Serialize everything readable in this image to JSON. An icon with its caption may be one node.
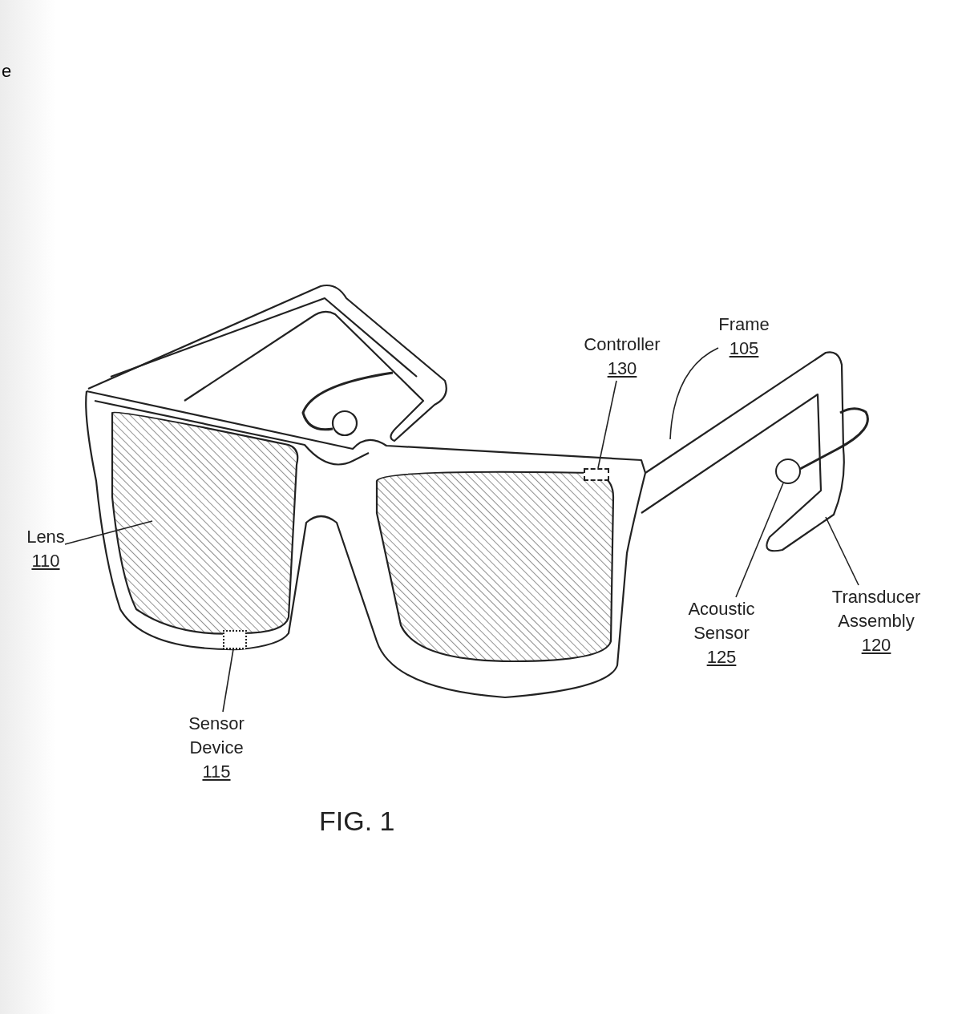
{
  "diagram": {
    "caption": "FIG. 1",
    "nodes": [
      {
        "text": [
          "Controller",
          "130"
        ]
      },
      {
        "text": [
          "Frame",
          "105"
        ]
      },
      {
        "text": [
          "Lens",
          "110"
        ]
      },
      {
        "text": [
          "Acoustic Sensor",
          "125"
        ]
      },
      {
        "text": [
          "Transducer Assembly",
          "120"
        ]
      },
      {
        "text": [
          "Sensor Device",
          "115"
        ]
      },
      {
        "text": [],
        "shape": "box"
      },
      {
        "text": [],
        "shape": "circle"
      },
      {
        "text": [],
        "shape": "box"
      }
    ],
    "edges": [
      {
        "from": 0,
        "to": 6,
        "arrow": "none"
      },
      {
        "from": 1,
        "to": null,
        "arrow": "none"
      },
      {
        "from": 2,
        "to": null,
        "arrow": "none"
      },
      {
        "from": 3,
        "to": 7,
        "arrow": "none"
      },
      {
        "from": 4,
        "to": null,
        "arrow": "none"
      },
      {
        "from": 5,
        "to": 8,
        "arrow": "none"
      }
    ],
    "labels": [
      "e"
    ]
  }
}
